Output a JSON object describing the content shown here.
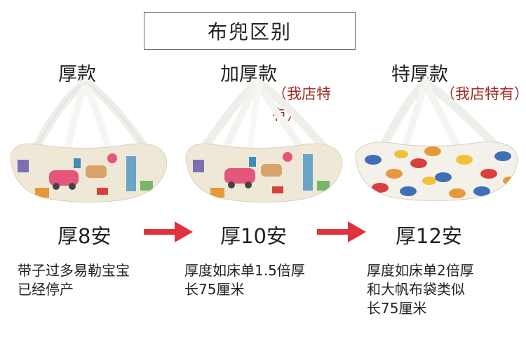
{
  "title": "布兜区别",
  "variants": [
    {
      "name": "厚款",
      "thickness": "厚8安",
      "desc_lines": [
        "带子过多易勒宝宝",
        "已经停产"
      ]
    },
    {
      "name": "加厚款",
      "note": "（我店特有）",
      "thickness": "厚10安",
      "desc_lines": [
        "厚度如床单1.5倍厚",
        "长75厘米"
      ]
    },
    {
      "name": "特厚款",
      "note": "（我店特有）",
      "thickness": "厚12安",
      "desc_lines": [
        "厚度如床单2倍厚",
        "和大帆布袋类似",
        "长75厘米"
      ]
    }
  ],
  "colors": {
    "accent_red": "#9e2b24",
    "arrow_red": "#e0313e",
    "border": "#666666"
  },
  "icons": [
    "arrow-right-icon"
  ]
}
